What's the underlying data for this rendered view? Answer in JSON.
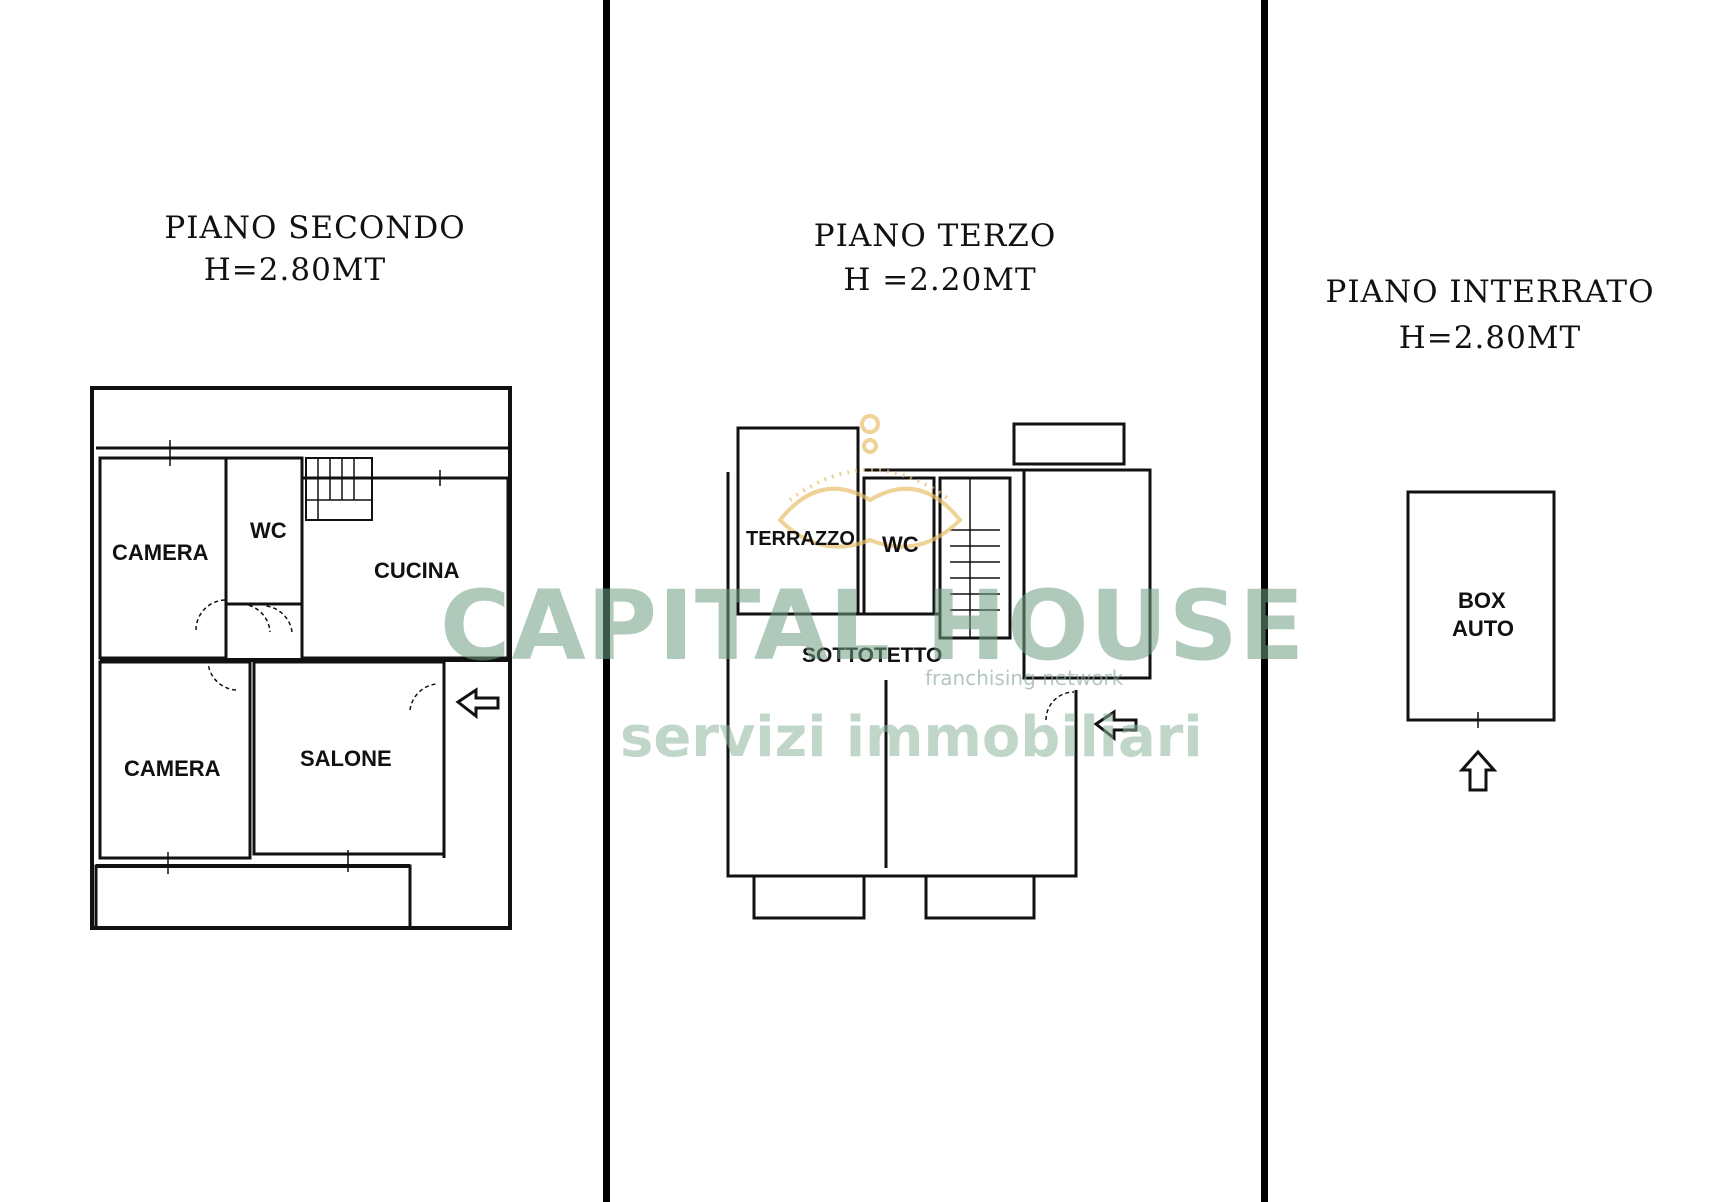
{
  "floors": [
    {
      "title": "PIANO SECONDO",
      "height": "H=2.80MT"
    },
    {
      "title": "PIANO TERZO",
      "height": "H =2.20MT"
    },
    {
      "title": "PIANO INTERRATO",
      "height": "H=2.80MT"
    }
  ],
  "rooms_floor2": {
    "camera_top": "CAMERA",
    "wc": "WC",
    "cucina": "CUCINA",
    "camera_bottom": "CAMERA",
    "salone": "SALONE"
  },
  "rooms_floor3": {
    "terrazzo": "TERRAZZO",
    "wc": "WC",
    "sottotetto": "SOTTOTETTO"
  },
  "rooms_basement": {
    "box_line1": "BOX",
    "box_line2": "AUTO"
  },
  "watermark": {
    "brand": "CAPITAL HOUSE",
    "tagline": "franchising network",
    "services": "servizi immobiliari"
  },
  "colors": {
    "watermark_green": "#6f9f85",
    "logo_gold": "#e8c06a"
  },
  "icons": [
    "entrance-arrow-icon",
    "crown-logo-icon"
  ]
}
